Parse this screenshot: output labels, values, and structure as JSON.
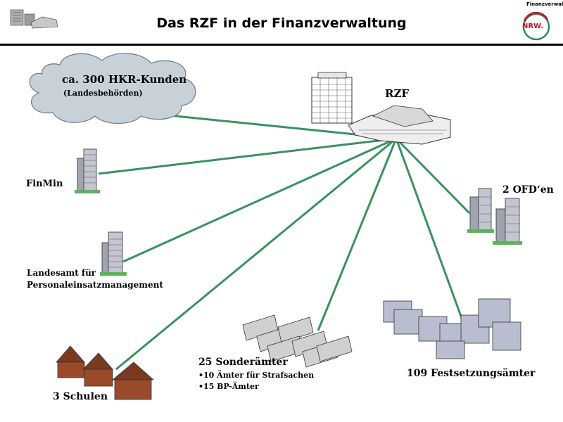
{
  "header": {
    "title": "Das RZF in der Finanzverwaltung",
    "logo_top": "Finanzverwaltung",
    "logo_mark": "NRW."
  },
  "nodes": {
    "hkr_title": "ca. 300 HKR-Kunden",
    "hkr_sub": "(Landesbehörden)",
    "rzf": "RZF",
    "finmin": "FinMin",
    "ofd": "2 OFD‘en",
    "landesamt_line1": "Landesamt für",
    "landesamt_line2": "Personaleinsatzmanagement",
    "sonder_title": "25 Sonderämter",
    "sonder_item1": "•10 Ämter für Strafsachen",
    "sonder_item2": "•15 BP-Ämter",
    "fest": "109 Festsetzungsämter",
    "schulen": "3 Schulen"
  },
  "colors": {
    "connector": "#3a9160",
    "cloud": "#c9d1d8",
    "building": "#8c8ca0",
    "house": "#9a4a2a",
    "logo_red": "#c8102e",
    "logo_green": "#2e8b57"
  }
}
